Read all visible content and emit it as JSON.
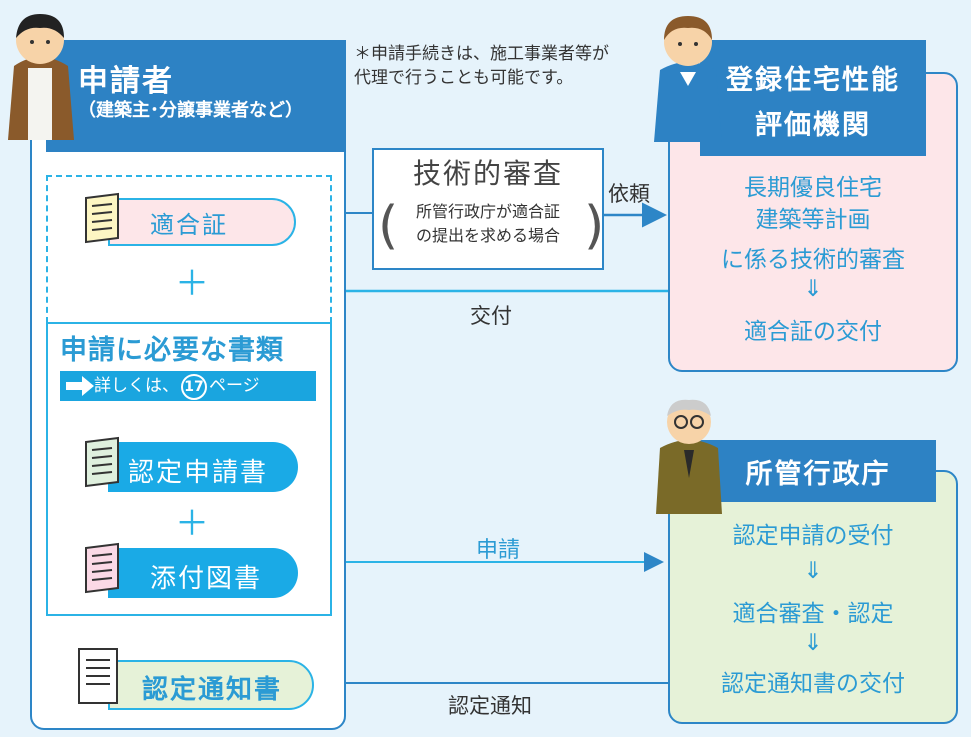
{
  "applicant": {
    "title": "申請者",
    "subtitle": "（建築主･分譲事業者など）"
  },
  "note": "＊申請手続きは、施工事業者等が代理で行うことも可能です。",
  "certificate_label": "適合証",
  "plus_sign": "＋",
  "required_docs": {
    "title": "申請に必要な書類",
    "detail_prefix": "詳しくは、",
    "detail_page": "17",
    "detail_suffix": "ページ",
    "application_form": "認定申請書",
    "attached_drawings": "添付図書"
  },
  "notice_doc": "認定通知書",
  "review": {
    "title": "技術的審査",
    "line1": "所管行政庁が適合証",
    "line2": "の提出を求める場合"
  },
  "arrows": {
    "request": "依頼",
    "issue": "交付",
    "apply": "申請",
    "notify": "認定通知"
  },
  "evaluation_org": {
    "title_line1": "登録住宅性能",
    "title_line2": "評価機関",
    "lines": [
      "長期優良住宅",
      "建築等計画",
      "に係る技術的審査",
      "⇓",
      "適合証の交付"
    ]
  },
  "admin_agency": {
    "title": "所管行政庁",
    "lines": [
      "認定申請の受付",
      "⇓",
      "適合審査・認定",
      "⇓",
      "認定通知書の交付"
    ]
  },
  "colors": {
    "background": "#e6f3fb",
    "primary_blue": "#2d82c4",
    "light_blue": "#1aaae6",
    "text_blue": "#2b9bd4",
    "pink": "#fde6e9",
    "light_green": "#e6f2d8"
  }
}
